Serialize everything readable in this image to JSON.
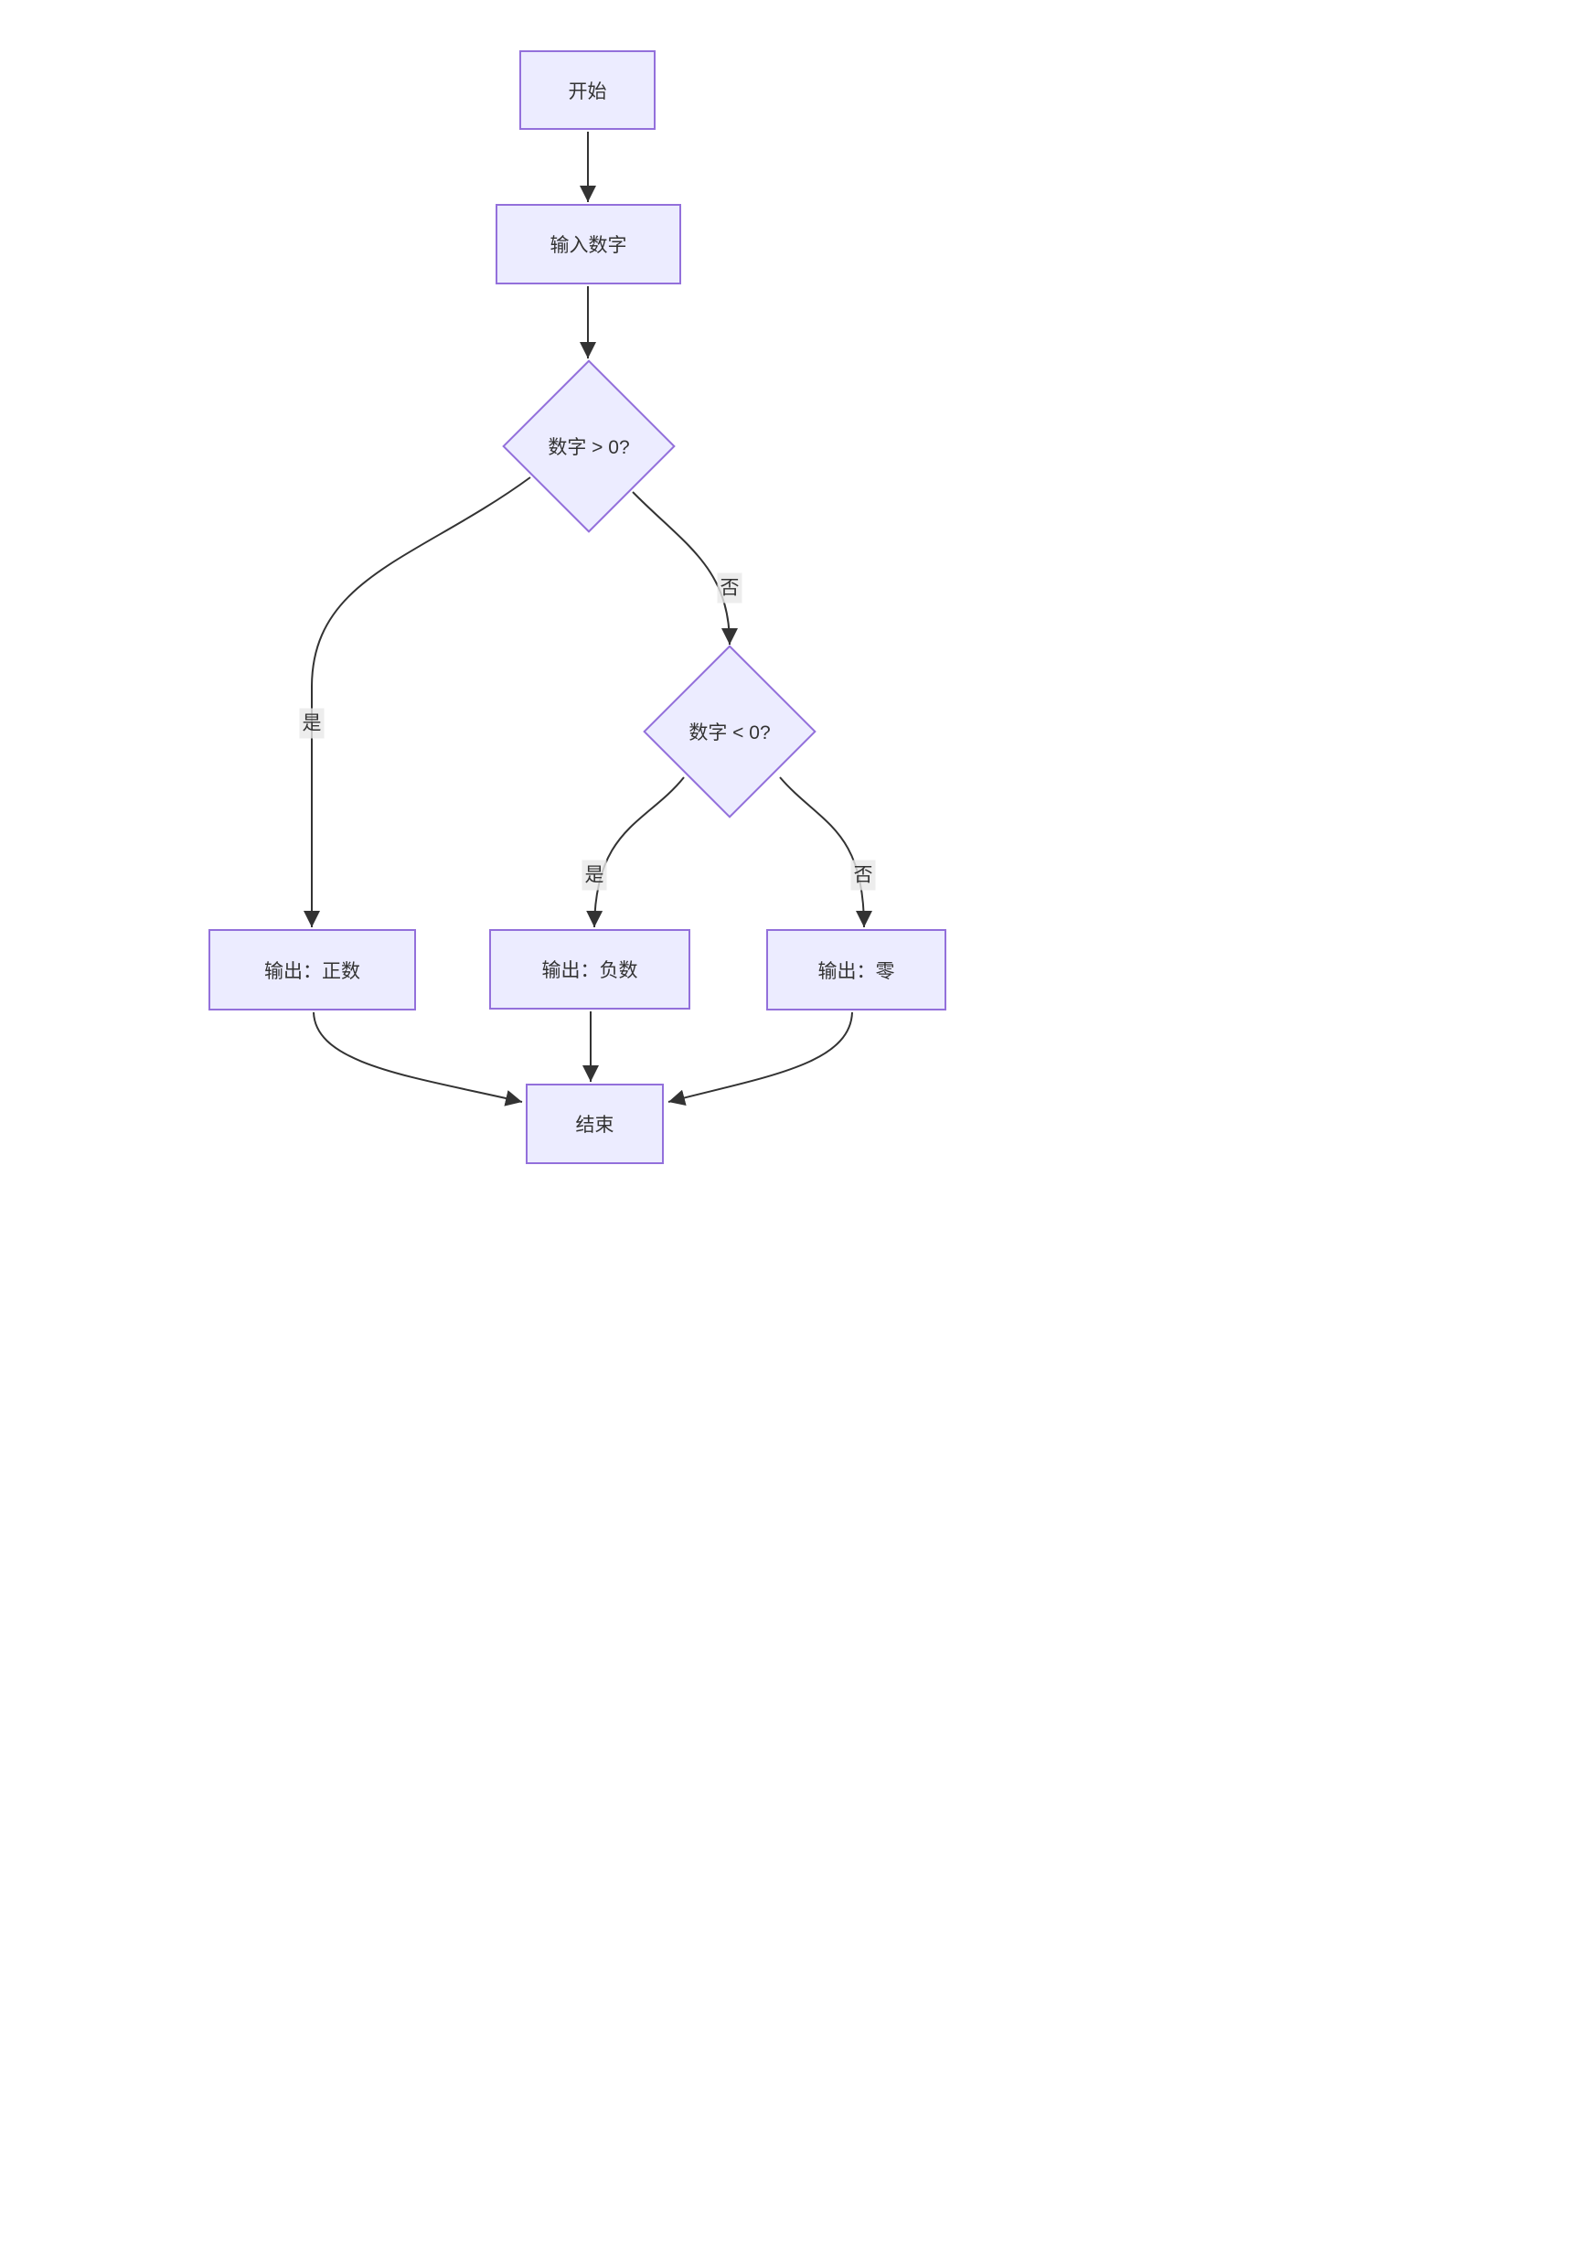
{
  "diagram": {
    "type": "flowchart",
    "direction": "top-down",
    "nodes": [
      {
        "id": "start",
        "shape": "rectangle",
        "label": "开始"
      },
      {
        "id": "input-number",
        "shape": "rectangle",
        "label": "输入数字"
      },
      {
        "id": "check-positive",
        "shape": "diamond",
        "label": "数字 > 0?"
      },
      {
        "id": "check-negative",
        "shape": "diamond",
        "label": "数字 < 0?"
      },
      {
        "id": "output-positive",
        "shape": "rectangle",
        "label": "输出：正数"
      },
      {
        "id": "output-negative",
        "shape": "rectangle",
        "label": "输出：负数"
      },
      {
        "id": "output-zero",
        "shape": "rectangle",
        "label": "输出：零"
      },
      {
        "id": "end",
        "shape": "rectangle",
        "label": "结束"
      }
    ],
    "edges": [
      {
        "from": "start",
        "to": "input-number",
        "label": ""
      },
      {
        "from": "input-number",
        "to": "check-positive",
        "label": ""
      },
      {
        "from": "check-positive",
        "to": "output-positive",
        "label": "是"
      },
      {
        "from": "check-positive",
        "to": "check-negative",
        "label": "否"
      },
      {
        "from": "check-negative",
        "to": "output-negative",
        "label": "是"
      },
      {
        "from": "check-negative",
        "to": "output-zero",
        "label": "否"
      },
      {
        "from": "output-positive",
        "to": "end",
        "label": ""
      },
      {
        "from": "output-negative",
        "to": "end",
        "label": ""
      },
      {
        "from": "output-zero",
        "to": "end",
        "label": ""
      }
    ],
    "colors": {
      "canvas": "#ffffff",
      "node_fill": "#ECECFF",
      "node_border": "#9370DB",
      "edge_stroke": "#333333",
      "text": "#333333",
      "edge_label_bg": "#e8e8e8"
    }
  }
}
